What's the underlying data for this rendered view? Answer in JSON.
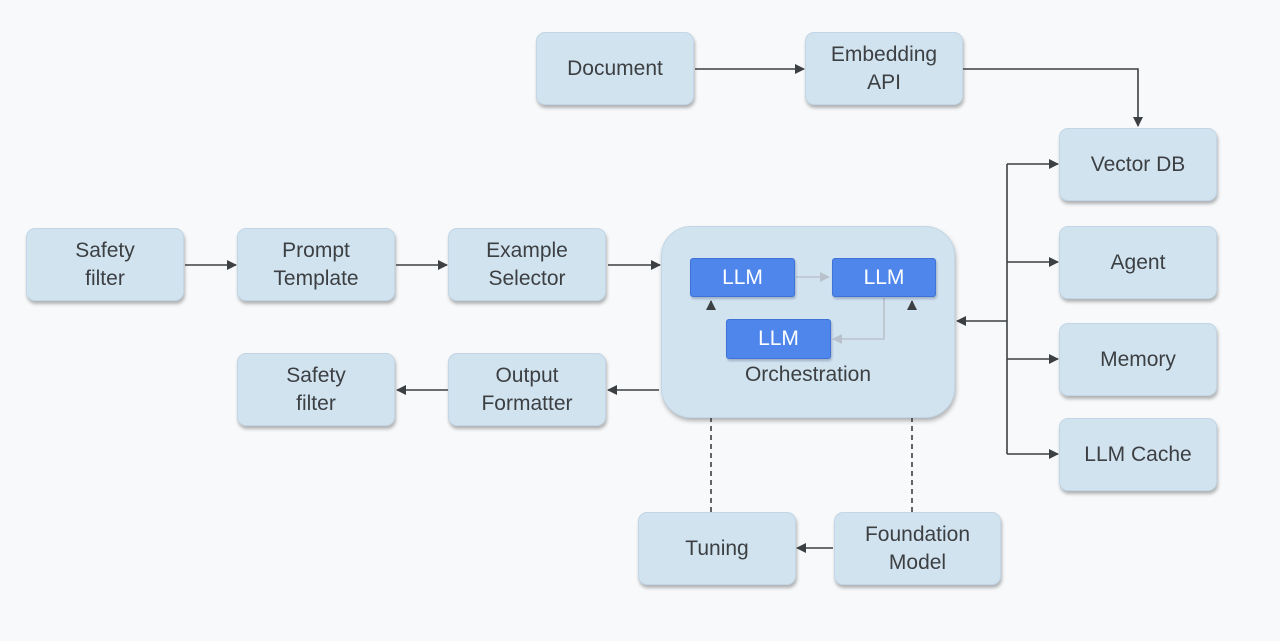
{
  "nodes": {
    "document": "Document",
    "embedding_api": "Embedding\nAPI",
    "vector_db": "Vector DB",
    "agent": "Agent",
    "memory": "Memory",
    "llm_cache": "LLM Cache",
    "safety_filter_input": "Safety\nfilter",
    "prompt_template": "Prompt\nTemplate",
    "example_selector": "Example\nSelector",
    "output_formatter": "Output\nFormatter",
    "safety_filter_output": "Safety\nfilter",
    "tuning": "Tuning",
    "foundation_model": "Foundation\nModel"
  },
  "orchestration": {
    "label": "Orchestration",
    "llm_1": "LLM",
    "llm_2": "LLM",
    "llm_3": "LLM"
  },
  "colors": {
    "node_fill": "#d2e3f0",
    "llm_fill": "#4f86ec",
    "arrow": "#3c4043",
    "background": "#f8f9fa"
  }
}
